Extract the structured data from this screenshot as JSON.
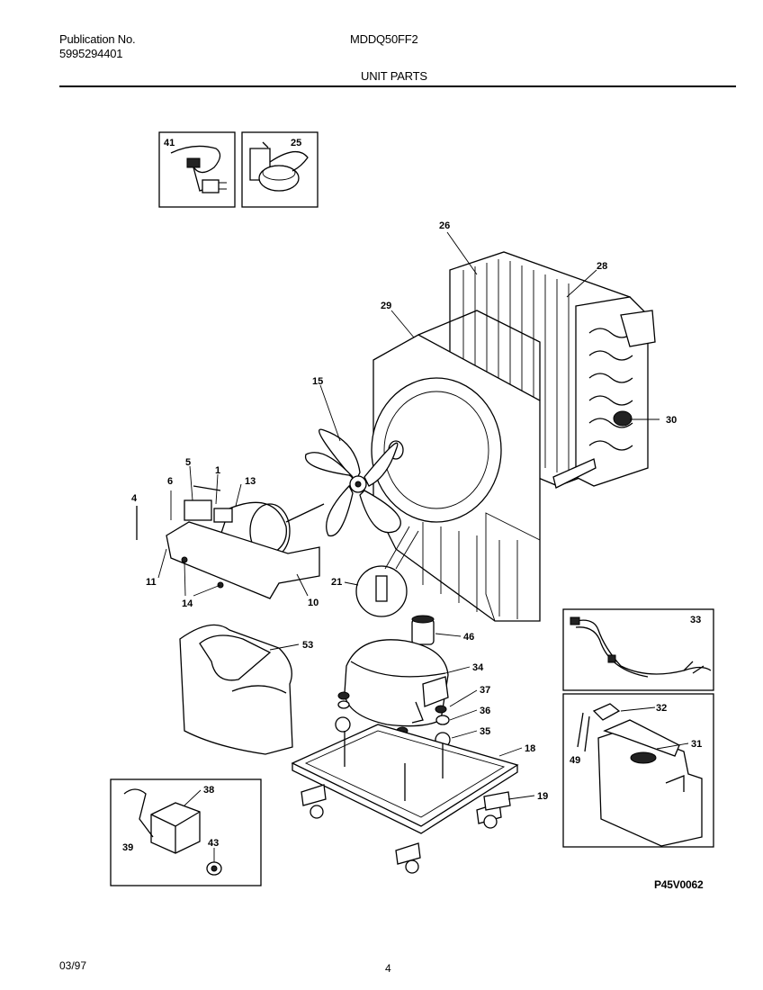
{
  "header": {
    "publication_label": "Publication No.",
    "publication_number": "5995294401",
    "model": "MDDQ50FF2",
    "section_title": "UNIT PARTS"
  },
  "footer": {
    "date": "03/97",
    "page_number": "4"
  },
  "diagram_code": "P45V0062",
  "callouts": {
    "c41": "41",
    "c25": "25",
    "c26": "26",
    "c28": "28",
    "c29": "29",
    "c30": "30",
    "c15": "15",
    "c5": "5",
    "c1": "1",
    "c13": "13",
    "c6": "6",
    "c4": "4",
    "c11": "11",
    "c14": "14",
    "c10": "10",
    "c21": "21",
    "c53": "53",
    "c46": "46",
    "c34": "34",
    "c33": "33",
    "c37": "37",
    "c36": "36",
    "c35": "35",
    "c32": "32",
    "c18": "18",
    "c31": "31",
    "c49": "49",
    "c19": "19",
    "c38": "38",
    "c39": "39",
    "c43": "43"
  }
}
